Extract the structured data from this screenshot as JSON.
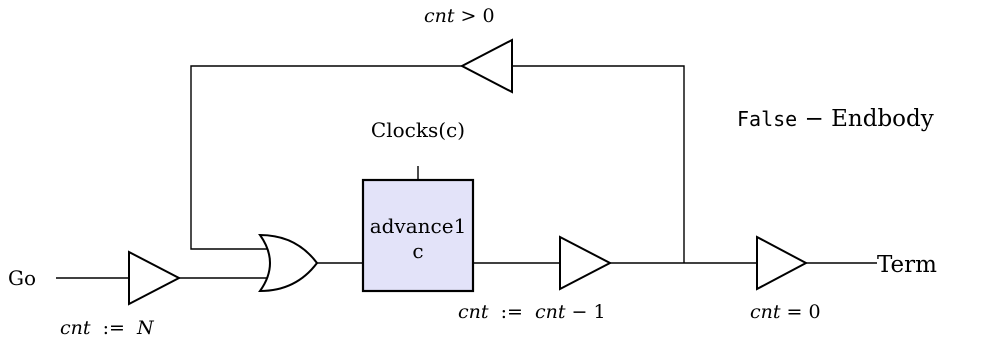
{
  "labels": {
    "go": "Go",
    "term": "Term",
    "clocks": "Clocks(c)",
    "box_line1": "advance1",
    "box_line2": "c",
    "false_word": "False",
    "endbody": " − Endbody"
  },
  "conditions": {
    "loop_var": "cnt",
    "loop_rest": " > 0",
    "init_var": "cnt",
    "init_rest": "  :=  ",
    "init_val": "N",
    "dec_var": "cnt",
    "dec_mid": "  :=  ",
    "dec_var2": "cnt",
    "dec_rest": " − 1",
    "term_var": "cnt",
    "term_rest": " = 0"
  },
  "colors": {
    "box_fill": "#e3e3f9",
    "stroke": "#000000"
  }
}
